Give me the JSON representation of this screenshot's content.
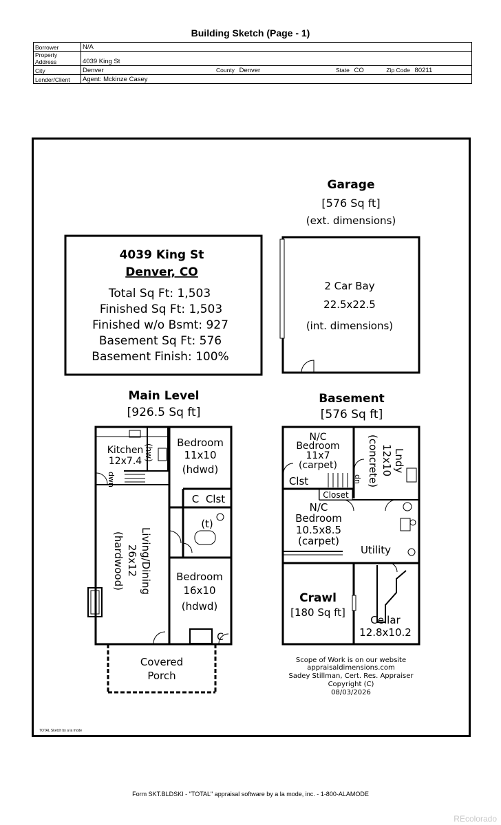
{
  "page_title": "Building Sketch (Page - 1)",
  "header": {
    "borrower_label": "Borrower",
    "borrower": "N/A",
    "address_label": "Property Address",
    "address": "4039 King St",
    "city_label": "City",
    "city": "Denver",
    "county_label": "County",
    "county": "Denver",
    "state_label": "State",
    "state": "CO",
    "zip_label": "Zip Code",
    "zip": "80211",
    "lender_label": "Lender/Client",
    "lender": "Agent: Mckinze Casey"
  },
  "summary": {
    "street": "4039 King St",
    "city": "Denver, CO",
    "total": "Total Sq Ft: 1,503",
    "finished": "Finished Sq Ft: 1,503",
    "finished_wo_bsmt": "Finished w/o Bsmt: 927",
    "basement_sqft": "Basement Sq Ft: 576",
    "basement_finish": "Basement Finish: 100%"
  },
  "garage": {
    "title": "Garage",
    "area": "[576 Sq ft]",
    "note": "(ext. dimensions)",
    "bay": "2 Car Bay",
    "dims": "22.5x22.5",
    "note2": "(int. dimensions)"
  },
  "main_level": {
    "title": "Main Level",
    "area": "[926.5 Sq ft]",
    "kitchen": "Kitchen",
    "kitchen_dims": "12x7.4",
    "kitchen_hw": "(hw)",
    "dwn": "dwn",
    "bedroom1": "Bedroom",
    "bedroom1_dims": "11x10",
    "bedroom1_floor": "(hdwd)",
    "clst": "Clst",
    "c": "C",
    "t": "(t)",
    "living": "Living/Dining",
    "living_dims": "26x12",
    "living_floor": "(hardwood)",
    "bedroom2": "Bedroom",
    "bedroom2_dims": "16x10",
    "bedroom2_floor": "(hdwd)",
    "c2": "C",
    "porch1": "Covered",
    "porch2": "Porch"
  },
  "basement": {
    "title": "Basement",
    "area": "[576 Sq ft]",
    "nc1": "N/C",
    "bedroom1": "Bedroom",
    "bedroom1_dims": "11x7",
    "bedroom1_floor": "(carpet)",
    "lndy": "Lndy",
    "lndy_dims": "12x10",
    "lndy_floor": "(concrete)",
    "clst": "Clst",
    "dn": "dn",
    "closet": "Closet",
    "nc2": "N/C",
    "bedroom2": "Bedroom",
    "bedroom2_dims": "10.5x8.5",
    "bedroom2_floor": "(carpet)",
    "utility": "Utility",
    "crawl": "Crawl",
    "crawl_area": "[180 Sq ft]",
    "cellar": "Cellar",
    "cellar_dims": "12.8x10.2"
  },
  "scope": {
    "line1": "Scope of Work is on our website",
    "line2": "appraisaldimensions.com",
    "line3": "Sadey Stillman, Cert. Res. Appraiser",
    "line4": "Copyright (C)",
    "line5": "08/03/2026"
  },
  "credit": "TOTAL Sketch by a la mode",
  "footer": "Form SKT.BLDSKI - \"TOTAL\" appraisal software by a la mode, inc. - 1-800-ALAMODE",
  "watermark": "REcolorado"
}
